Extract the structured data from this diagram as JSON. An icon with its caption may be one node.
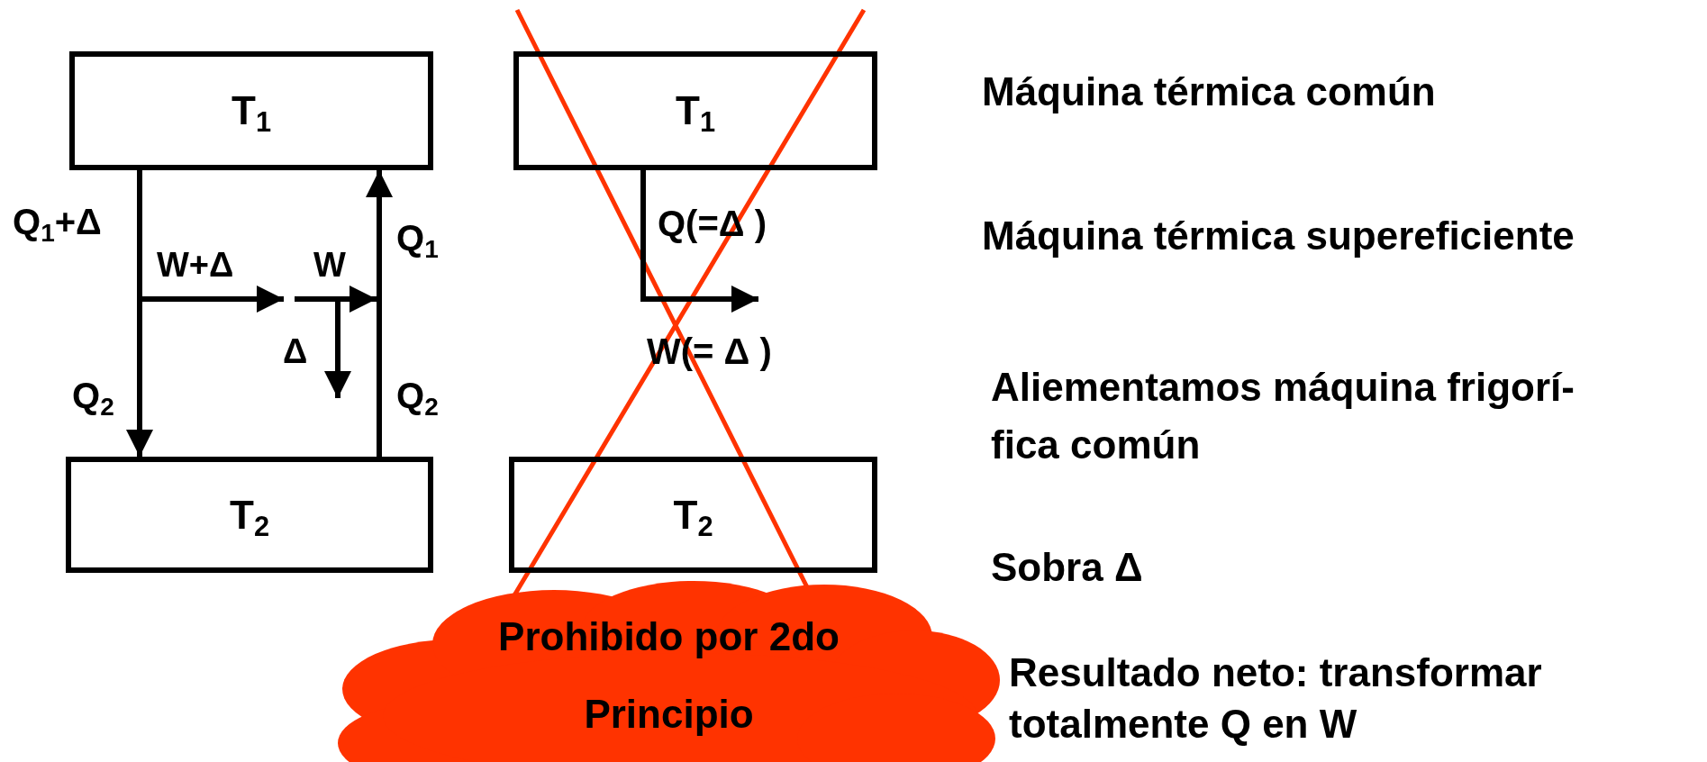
{
  "diagram": {
    "nodes": [
      {
        "text": [
          "T$_{1}$"
        ]
      },
      {
        "text": [
          "T$_{2}$"
        ]
      },
      {
        "text": [
          "T$_{1}$"
        ]
      },
      {
        "text": [
          "T$_{2}$"
        ]
      },
      {
        "text": [
          "Prohibido por 2do Principio"
        ]
      }
    ],
    "edges": [
      {
        "from": 0,
        "to": 1,
        "arrow": "to"
      },
      {
        "from": 1,
        "to": 0,
        "arrow": "to"
      },
      {
        "from": 2,
        "to": null,
        "arrow": "to"
      }
    ],
    "labels": [
      "Q$_{1}$+Δ",
      "W+Δ",
      "W",
      "Q$_{1}$",
      "Δ",
      "Q$_{2}$",
      "Q$_{2}$",
      "Q(=Δ )",
      "W(= Δ )",
      "Máquina térmica común",
      "Máquina térmica supereficiente",
      "Aliementamos máquina frigorí- fica común",
      "Sobra Δ",
      "Resultado neto: transformar totalmente Q en W"
    ]
  }
}
